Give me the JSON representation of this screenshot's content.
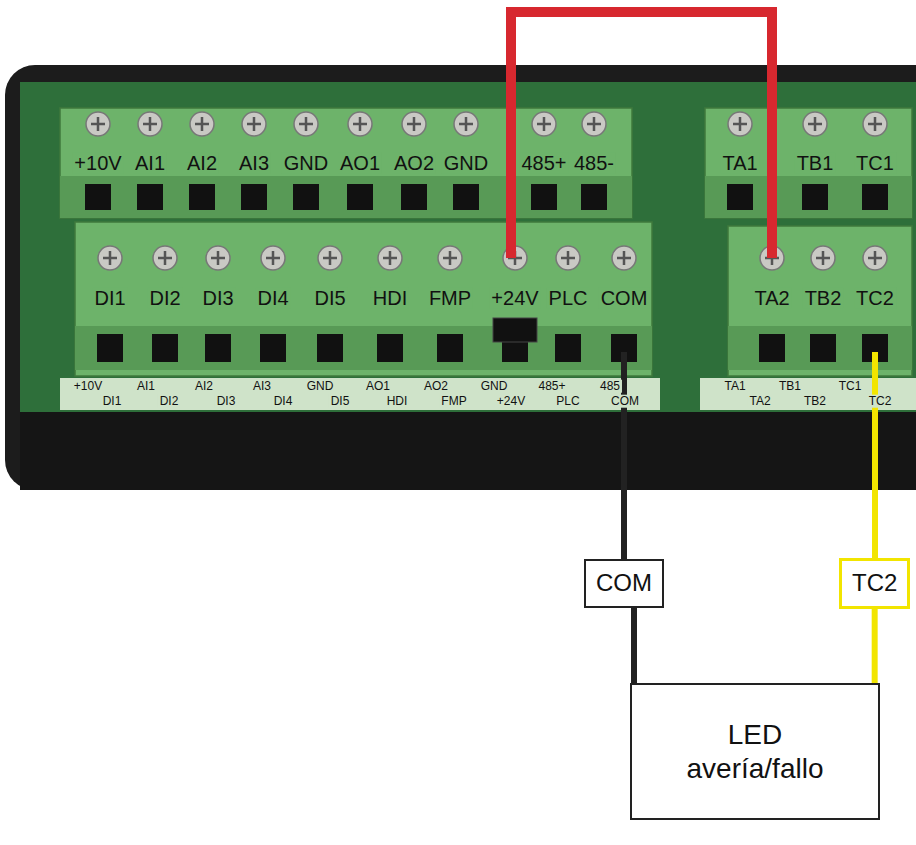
{
  "diagram": {
    "nodes": [
      {
        "text": [
          "COM"
        ]
      },
      {
        "text": [
          "TC2"
        ]
      },
      {
        "text": [
          "LED avería/fallo"
        ]
      }
    ],
    "edges": [
      {
        "from": 0,
        "to": 2,
        "arrow": "none"
      },
      {
        "from": 1,
        "to": 2,
        "arrow": "none"
      }
    ],
    "labels": [
      "+10V",
      "AI1",
      "AI2",
      "AI3",
      "GND",
      "AO1",
      "AO2",
      "GND",
      "485+",
      "485-",
      "TA1",
      "TB1",
      "TC1",
      "DI1",
      "DI2",
      "DI3",
      "DI4",
      "DI5",
      "HDI",
      "FMP",
      "+24V",
      "PLC",
      "COM",
      "TA2",
      "TB2",
      "TC2",
      "+10V",
      "AI1",
      "AI2",
      "AI3",
      "GND",
      "AO1",
      "AO2",
      "GND",
      "485+",
      "485",
      "DI1",
      "DI2",
      "DI3",
      "DI4",
      "DI5",
      "HDI",
      "FMP",
      "+24V",
      "PLC",
      "COM",
      "TA1",
      "TB1",
      "TC1",
      "TA2",
      "TB2",
      "TC2"
    ]
  }
}
